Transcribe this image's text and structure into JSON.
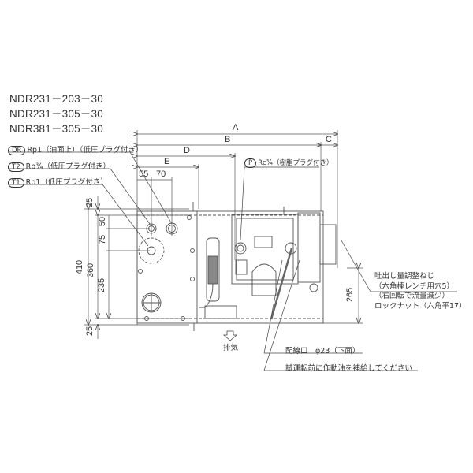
{
  "models": [
    "NDR231－203－30",
    "NDR231－305－30",
    "NDR381－305－30"
  ],
  "ports": [
    {
      "code": "DR",
      "spec": "Rp1（油面上）（低圧プラグ付き）"
    },
    {
      "code": "T2",
      "spec": "Rp¾（低圧プラグ付き）"
    },
    {
      "code": "T1",
      "spec": "Rp1（低圧プラグ付き）"
    },
    {
      "code": "P",
      "spec": "Rc¾（樹脂プラグ付き）"
    }
  ],
  "dimensions": {
    "horizontal": {
      "A": "A",
      "B": "B",
      "C": "C",
      "D": "D",
      "E": "E",
      "d55": "55",
      "d70": "70"
    },
    "vertical": {
      "top_margin": "25",
      "overall": "410",
      "body": "360",
      "d50": "50",
      "d75": "75",
      "d235": "235",
      "bottom_margin": "25",
      "d265": "265"
    }
  },
  "annotations": {
    "adjust_screw": [
      "吐出し量調整ねじ",
      "（六角棒レンチ用穴5）",
      "（右回転で流量減少）",
      "ロックナット（六角平17）"
    ],
    "exhaust": "排気",
    "wiring_port": "配線口　φ23（下面）",
    "oil_note": "試運転前に作動油を補給してください"
  }
}
